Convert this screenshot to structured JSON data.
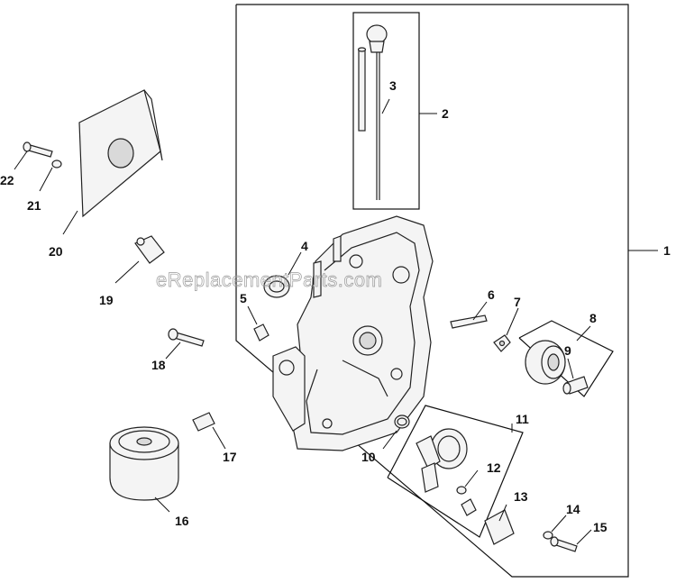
{
  "watermark": "eReplacementParts.com",
  "callouts": [
    "1",
    "2",
    "3",
    "4",
    "5",
    "6",
    "7",
    "8",
    "9",
    "10",
    "11",
    "12",
    "13",
    "14",
    "15",
    "16",
    "17",
    "18",
    "19",
    "20",
    "21",
    "22"
  ]
}
